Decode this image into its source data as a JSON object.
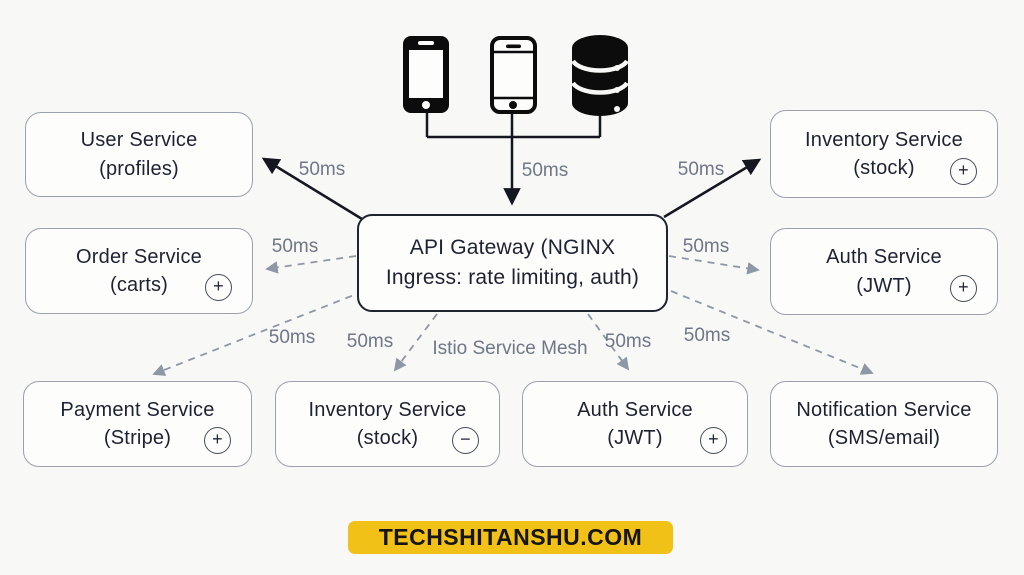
{
  "title": "API Gateway microservices architecture diagram",
  "colors": {
    "background": "#F8F8F6",
    "node_border": "#9AA1AE",
    "gateway_border": "#20242F",
    "text_primary": "#1D2233",
    "text_muted": "#6F7787",
    "solid_arrow": "#14171F",
    "dashed_arrow": "#8E97A5",
    "banner_bg": "#F2C117",
    "banner_text": "#151515"
  },
  "devices": [
    {
      "name": "mobile-phone-filled"
    },
    {
      "name": "mobile-phone-outline"
    },
    {
      "name": "database"
    }
  ],
  "gateway": {
    "line1": "API Gateway (NGINX",
    "line2": "Ingress: rate limiting, auth)"
  },
  "services": {
    "user": {
      "name": "User Service",
      "detail": "(profiles)"
    },
    "order": {
      "name": "Order Service",
      "detail": "(carts)",
      "badge": "+"
    },
    "inventory_right": {
      "name": "Inventory Service",
      "detail": "(stock)",
      "badge": "+"
    },
    "auth_right": {
      "name": "Auth Service",
      "detail": "(JWT)",
      "badge": "+"
    },
    "payment": {
      "name": "Payment Service",
      "detail": "(Stripe)",
      "badge": "+"
    },
    "inventory_bottom": {
      "name": "Inventory Service",
      "detail": "(stock)",
      "badge": "−"
    },
    "auth_bottom": {
      "name": "Auth Service",
      "detail": "(JWT)",
      "badge": "+"
    },
    "notification": {
      "name": "Notification Service",
      "detail": "(SMS/email)"
    }
  },
  "edges": [
    {
      "from": "client-devices",
      "to": "api-gateway",
      "label": "50ms",
      "style": "solid"
    },
    {
      "from": "api-gateway",
      "to": "user-service",
      "label": "50ms",
      "style": "solid"
    },
    {
      "from": "api-gateway",
      "to": "inventory-service-right",
      "label": "50ms",
      "style": "solid"
    },
    {
      "from": "api-gateway",
      "to": "order-service",
      "label": "50ms",
      "style": "dashed"
    },
    {
      "from": "api-gateway",
      "to": "auth-service-right",
      "label": "50ms",
      "style": "dashed"
    },
    {
      "from": "api-gateway",
      "to": "payment-service",
      "label": "50ms",
      "style": "dashed"
    },
    {
      "from": "api-gateway",
      "to": "inventory-service-bottom",
      "label": "50ms",
      "style": "dashed"
    },
    {
      "from": "api-gateway",
      "to": "auth-service-bottom",
      "label": "50ms",
      "style": "dashed"
    },
    {
      "from": "api-gateway",
      "to": "notification-service",
      "label": "50ms",
      "style": "dashed"
    }
  ],
  "mesh_label": "Istio Service Mesh",
  "footer": {
    "site": "TECHSHITANSHU.COM"
  }
}
